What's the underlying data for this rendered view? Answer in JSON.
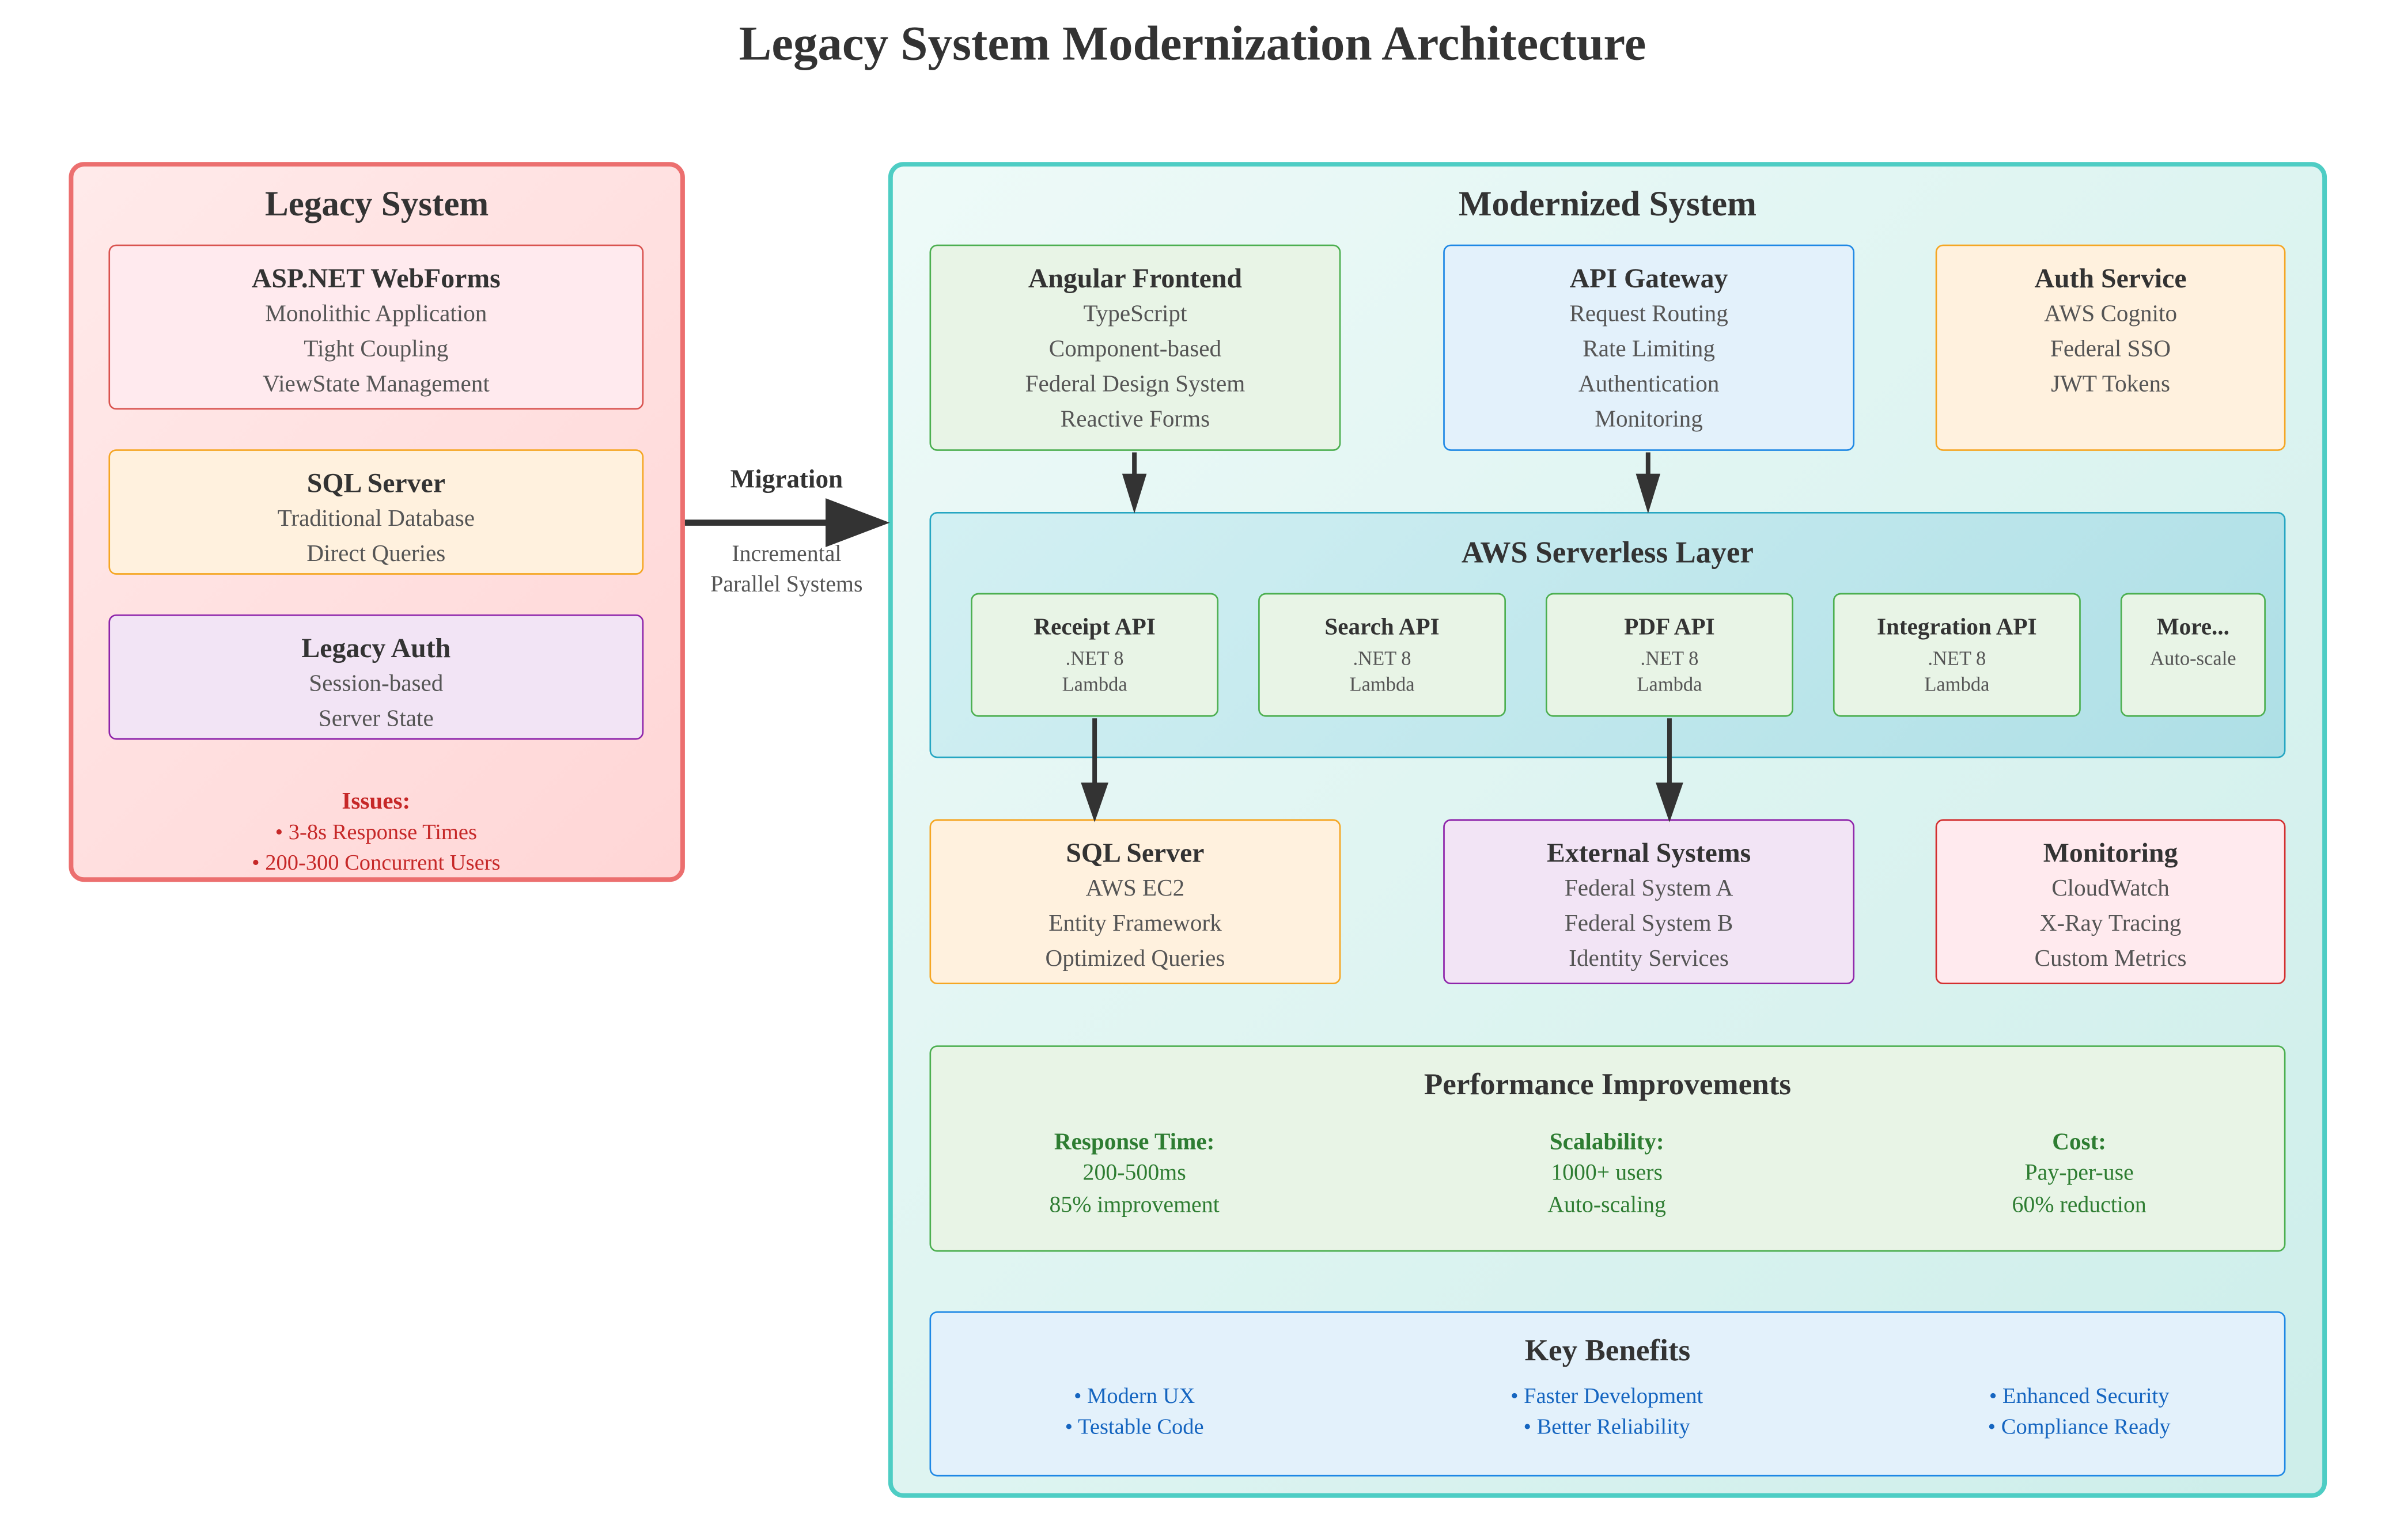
{
  "title": "Legacy System Modernization Architecture",
  "legacy": {
    "title": "Legacy System",
    "boxes": [
      {
        "title": "ASP.NET WebForms",
        "lines": [
          "Monolithic Application",
          "Tight Coupling",
          "ViewState Management"
        ]
      },
      {
        "title": "SQL Server",
        "lines": [
          "Traditional Database",
          "Direct Queries"
        ]
      },
      {
        "title": "Legacy Auth",
        "lines": [
          "Session-based",
          "Server State"
        ]
      }
    ],
    "issues": {
      "title": "Issues:",
      "items": [
        "• 3-8s Response Times",
        "• 200-300 Concurrent Users"
      ]
    }
  },
  "migration": {
    "label": "Migration",
    "sub": [
      "Incremental",
      "Parallel Systems"
    ]
  },
  "modern": {
    "title": "Modernized System",
    "top": [
      {
        "title": "Angular Frontend",
        "lines": [
          "TypeScript",
          "Component-based",
          "Federal Design System",
          "Reactive Forms"
        ]
      },
      {
        "title": "API Gateway",
        "lines": [
          "Request Routing",
          "Rate Limiting",
          "Authentication",
          "Monitoring"
        ]
      },
      {
        "title": "Auth Service",
        "lines": [
          "AWS Cognito",
          "Federal SSO",
          "JWT Tokens"
        ]
      }
    ],
    "serverless": {
      "title": "AWS Serverless Layer",
      "apis": [
        {
          "title": "Receipt API",
          "lines": [
            ".NET 8",
            "Lambda"
          ]
        },
        {
          "title": "Search API",
          "lines": [
            ".NET 8",
            "Lambda"
          ]
        },
        {
          "title": "PDF API",
          "lines": [
            ".NET 8",
            "Lambda"
          ]
        },
        {
          "title": "Integration API",
          "lines": [
            ".NET 8",
            "Lambda"
          ]
        },
        {
          "title": "More...",
          "lines": [
            "Auto-scale"
          ]
        }
      ]
    },
    "bottom": [
      {
        "title": "SQL Server",
        "lines": [
          "AWS EC2",
          "Entity Framework",
          "Optimized Queries"
        ]
      },
      {
        "title": "External Systems",
        "lines": [
          "Federal System A",
          "Federal System B",
          "Identity Services"
        ]
      },
      {
        "title": "Monitoring",
        "lines": [
          "CloudWatch",
          "X-Ray Tracing",
          "Custom Metrics"
        ]
      }
    ],
    "performance": {
      "title": "Performance Improvements",
      "items": [
        {
          "title": "Response Time:",
          "lines": [
            "200-500ms",
            "85% improvement"
          ]
        },
        {
          "title": "Scalability:",
          "lines": [
            "1000+ users",
            "Auto-scaling"
          ]
        },
        {
          "title": "Cost:",
          "lines": [
            "Pay-per-use",
            "60% reduction"
          ]
        }
      ]
    },
    "benefits": {
      "title": "Key Benefits",
      "columns": [
        [
          "• Modern UX",
          "• Testable Code"
        ],
        [
          "• Faster Development",
          "• Better Reliability"
        ],
        [
          "• Enhanced Security",
          "• Compliance Ready"
        ]
      ]
    }
  },
  "colors": {
    "legacy_border": "#e57373",
    "modern_border": "#4ecdc4",
    "green_border": "#4caf50",
    "blue_border": "#1e88e5",
    "orange_border": "#f5a623",
    "purple_border": "#8e24aa",
    "red_border": "#d32f2f",
    "serverless_border": "#26a6c2"
  }
}
